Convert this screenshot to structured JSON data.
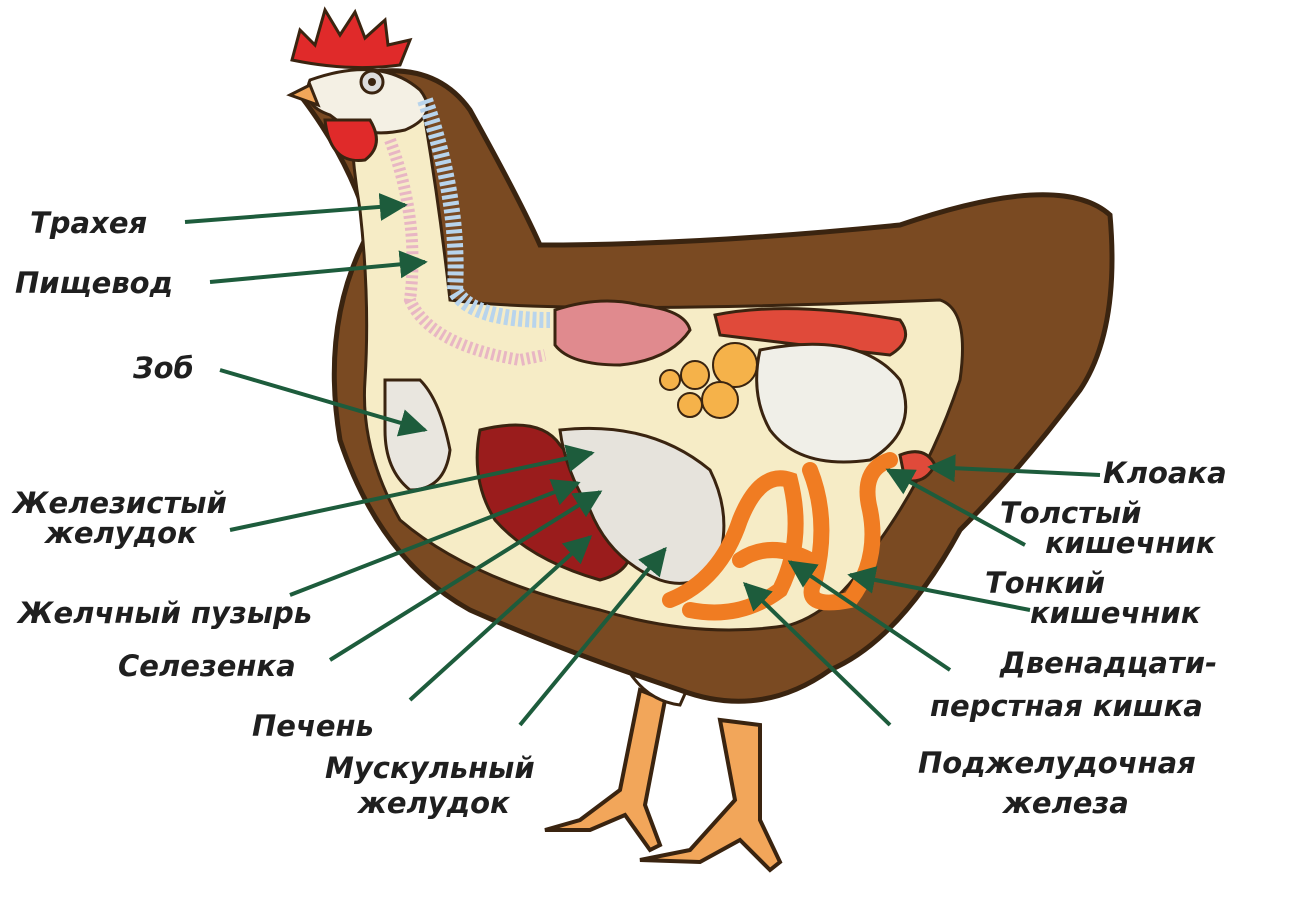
{
  "colors": {
    "arrow": "#1d5c3c",
    "body_brown": "#7a4a22",
    "body_outline": "#3a2410",
    "cavity": "#f6ecc6",
    "comb": "#e02a2a",
    "leg": "#f2a65a",
    "liver": "#9a1c1c",
    "intestine": "#f07c22",
    "gizzard": "#e6e3dc"
  },
  "labels": {
    "trachea": "Трахея",
    "esophagus": "Пищевод",
    "crop": "Зоб",
    "proventriculus_1": "Железистый",
    "proventriculus_2": "желудок",
    "gallbladder": "Желчный пузырь",
    "spleen": "Селезенка",
    "liver": "Печень",
    "gizzard_1": "Мускульный",
    "gizzard_2": "желудок",
    "cloaca": "Клоака",
    "large_int_1": "Толстый",
    "large_int_2": "кишечник",
    "small_int_1": "Тонкий",
    "small_int_2": "кишечник",
    "duodenum_1": "Двенадцати-",
    "duodenum_2": "перстная кишка",
    "pancreas_1": "Поджелудочная",
    "pancreas_2": "железа"
  }
}
